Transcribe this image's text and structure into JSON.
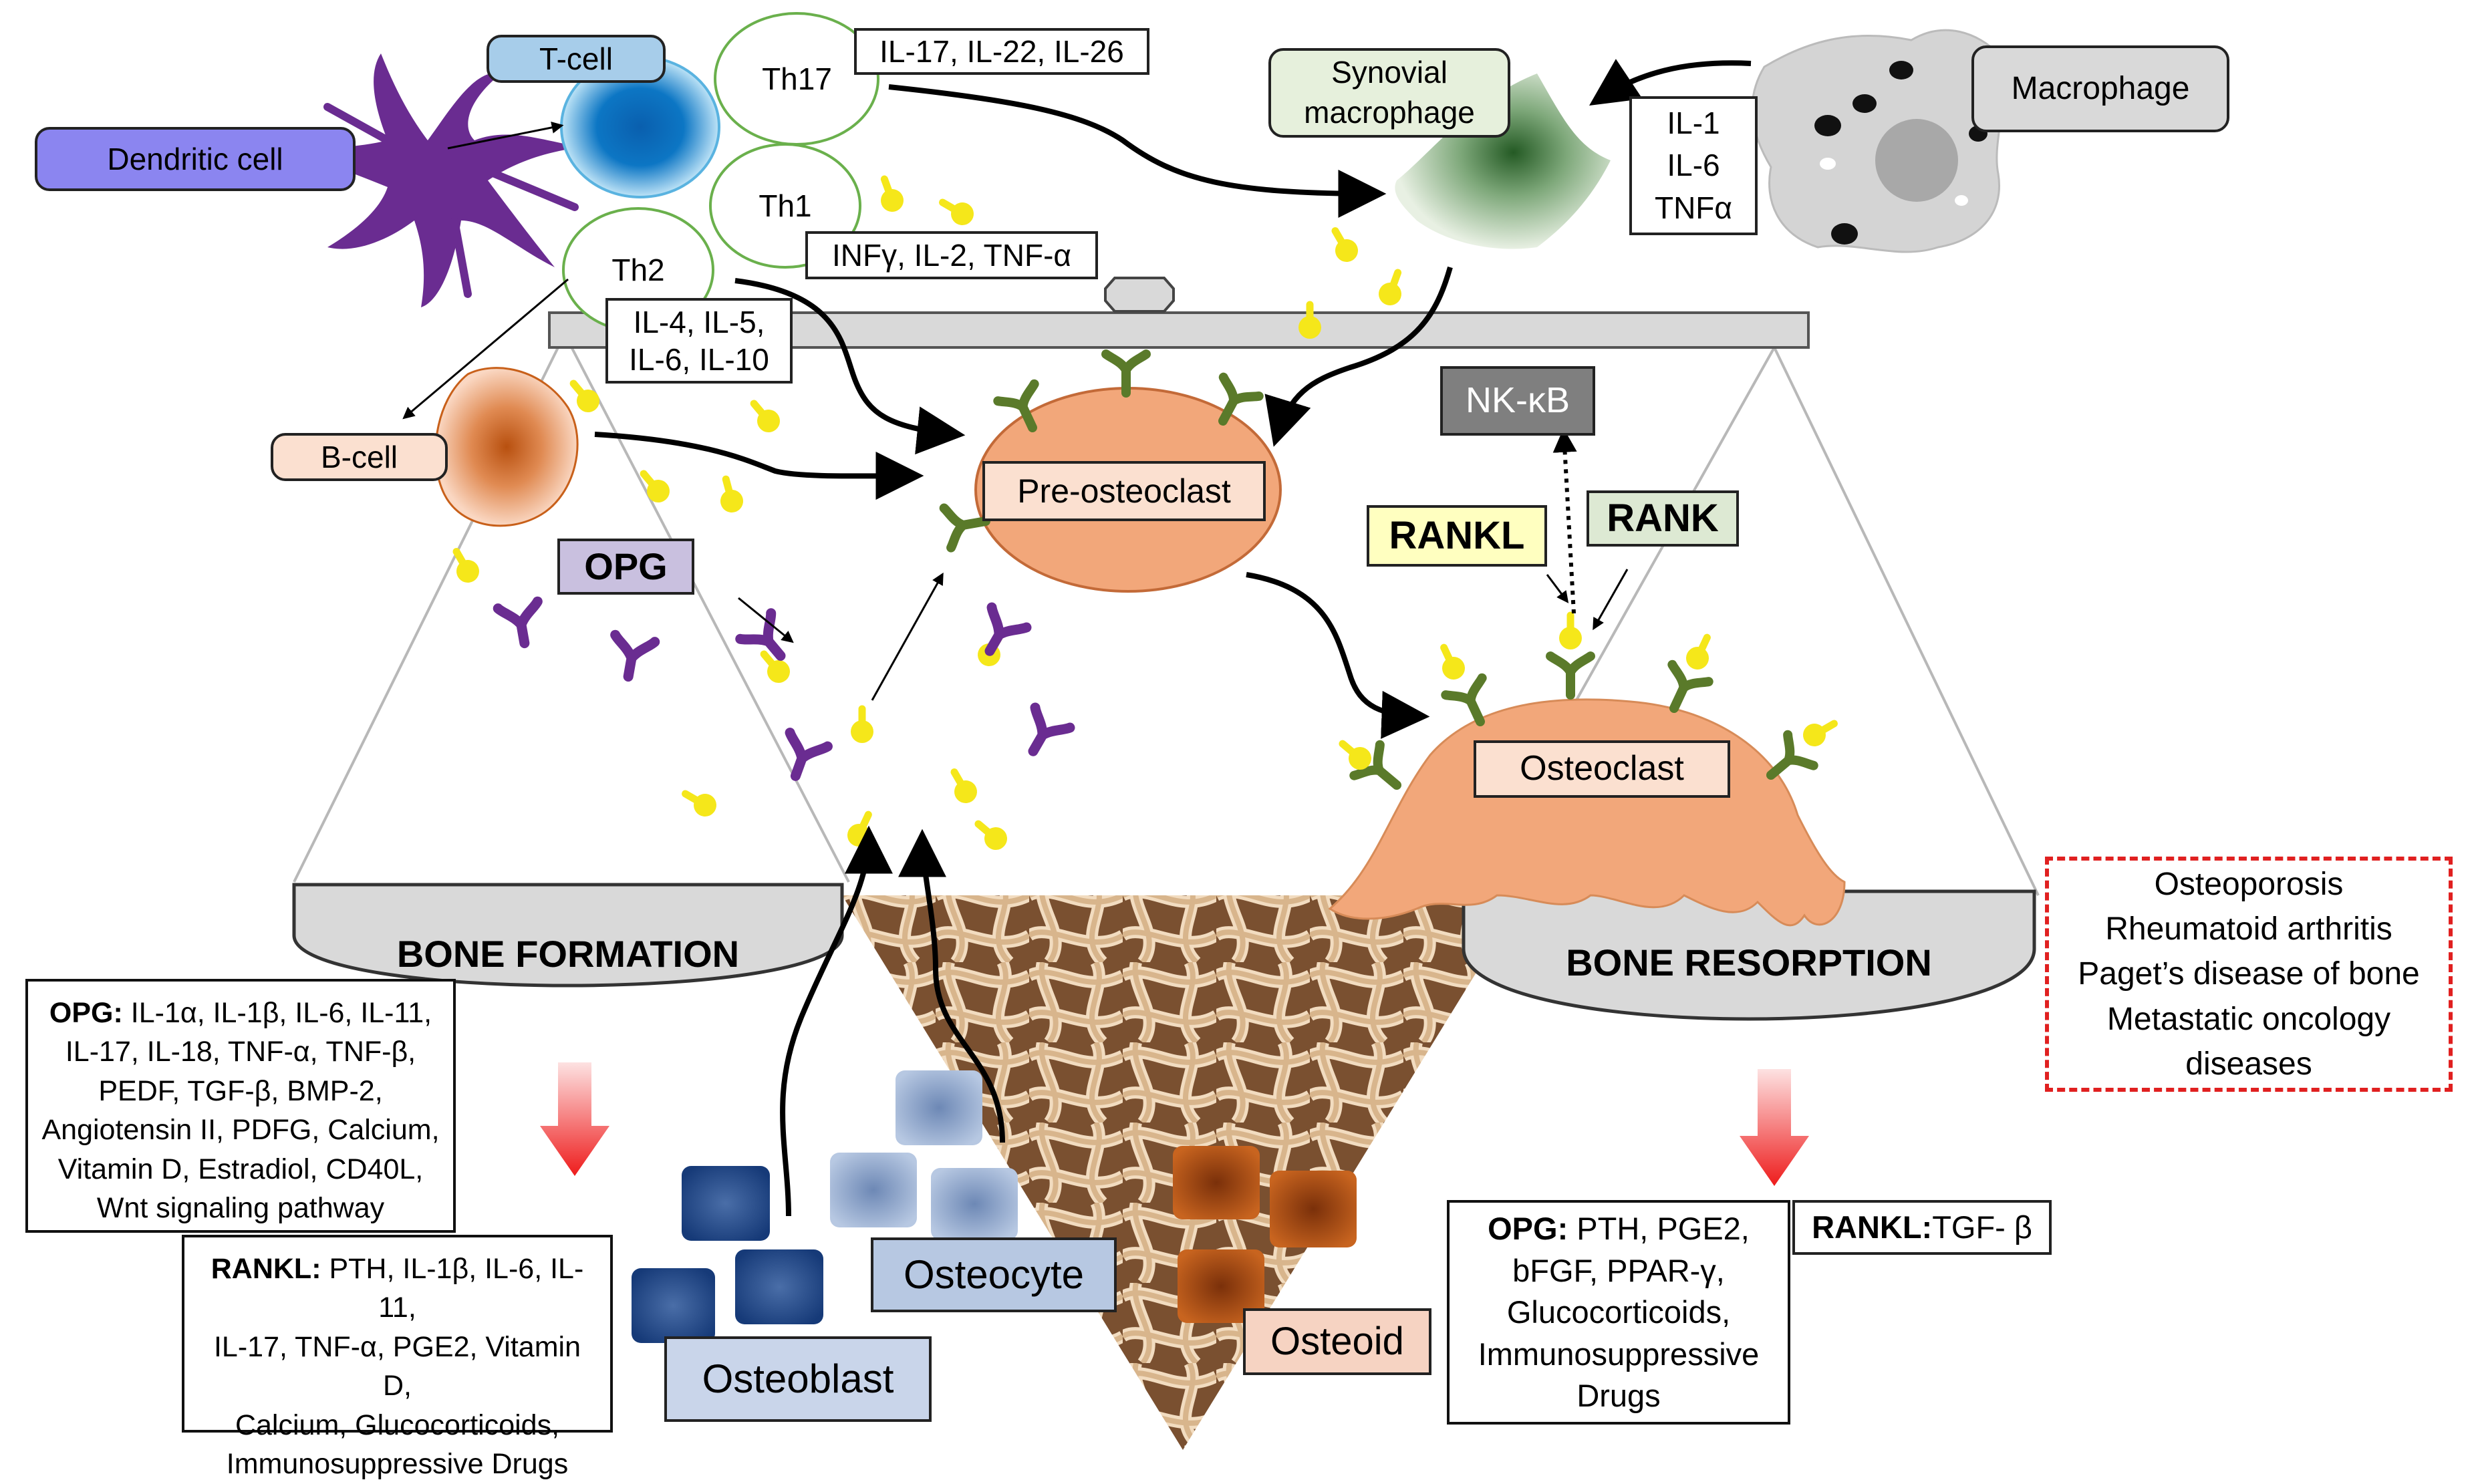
{
  "cells": {
    "dendritic_cell": "Dendritic cell",
    "t_cell": "T-cell",
    "th17": "Th17",
    "th1": "Th1",
    "th2": "Th2",
    "b_cell": "B-cell",
    "synovial_macrophage": "Synovial macrophage",
    "macrophage": "Macrophage",
    "pre_osteoclast": "Pre-osteoclast",
    "osteoclast": "Osteoclast",
    "osteocyte": "Osteocyte",
    "osteoblast": "Osteoblast",
    "osteoid": "Osteoid"
  },
  "cytokines": {
    "th17": "IL-17, IL-22, IL-26",
    "th1": "INFγ, IL-2, TNF-α",
    "th2_line1": "IL-4, IL-5,",
    "th2_line2": "IL-6, IL-10",
    "macrophage_line1": "IL-1",
    "macrophage_line2": "IL-6",
    "macrophage_line3": "TNFα"
  },
  "signals": {
    "nfkb": "NK-κB",
    "rankl": "RANKL",
    "rank": "RANK",
    "opg": "OPG"
  },
  "balance": {
    "formation": "BONE FORMATION",
    "resorption": "BONE RESORPTION"
  },
  "diseases": [
    "Osteoporosis",
    "Rheumatoid arthritis",
    "Paget’s disease of bone",
    "Metastatic oncology",
    "diseases"
  ],
  "regulators": {
    "formation_opg_label": "OPG:",
    "formation_opg_lines": [
      " IL-1α, IL-1β, IL-6, IL-11,",
      "IL-17, IL-18, TNF-α, TNF-β,",
      "PEDF, TGF-β, BMP-2,",
      "Angiotensin II, PDFG, Calcium,",
      "Vitamin D, Estradiol, CD40L,",
      "Wnt signaling pathway"
    ],
    "formation_rankl_label": "RANKL:",
    "formation_rankl_lines": [
      " PTH, IL-1β, IL-6, IL-11,",
      "IL-17, TNF-α, PGE2, Vitamin D,",
      "Calcium, Glucocorticoids,",
      "Immunosuppressive Drugs"
    ],
    "resorption_opg_label": "OPG:",
    "resorption_opg_lines": [
      " PTH, PGE2,",
      "bFGF, PPAR-γ,",
      "Glucocorticoids,",
      "Immunosuppressive",
      "Drugs"
    ],
    "resorption_rankl_label": "RANKL:",
    "resorption_rankl_text": "TGF- β"
  },
  "colors": {
    "dendritic": "#6a2c91",
    "dendritic_label": "#8b85f0",
    "t_cell_fill": "#0c76c4",
    "b_cell_fill": "#c8601a",
    "osteoclast": "#f2a77a",
    "receptor_green": "#5a7a2a",
    "ligand_yellow": "#f5e71a",
    "opg_purple": "#6a2c91",
    "osteoblast": "#1f4a8c",
    "osteocyte": "#8fa9d0",
    "osteoid": "#b5531a",
    "arrow_red": "#ee1c1c",
    "disease_border": "#e02020"
  }
}
